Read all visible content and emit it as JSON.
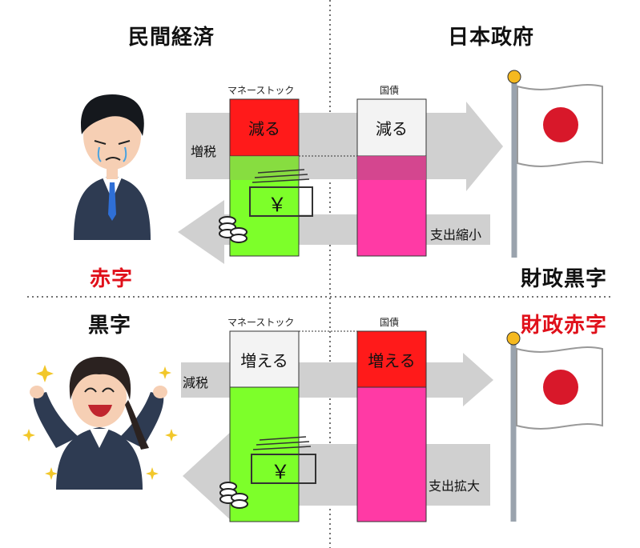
{
  "headers": {
    "private_economy": "民間経済",
    "japan_government": "日本政府"
  },
  "top": {
    "money_stock_label": "マネーストック",
    "bond_label": "国債",
    "money_box_text": "減る",
    "bond_box_text": "減る",
    "tax_label": "増税",
    "spending_label": "支出縮小",
    "private_status": "赤字",
    "gov_status": "財政黒字"
  },
  "bottom": {
    "private_status": "黒字",
    "gov_status": "財政赤字",
    "money_stock_label": "マネーストック",
    "bond_label": "国債",
    "money_box_text": "増える",
    "bond_box_text": "増える",
    "tax_label": "減税",
    "spending_label": "支出拡大"
  },
  "icons": {
    "yen_symbol": "￥"
  },
  "colors": {
    "red": "#ff1a1a",
    "green": "#7dff2a",
    "pink": "#ff3aa5",
    "light": "#f3f3f3",
    "arrow": "#d0d0d0",
    "status_red": "#e0101a"
  }
}
